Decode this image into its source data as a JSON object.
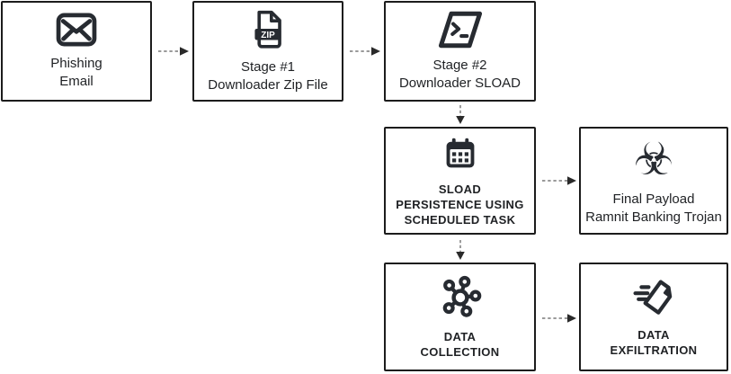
{
  "colors": {
    "background": "#ffffff",
    "box_border": "#1c1c1c",
    "text": "#1f2124",
    "icon": "#272b31",
    "arrow_line": "#8c8c8c",
    "arrow_head": "#2a2a2a"
  },
  "nodes": [
    {
      "name": "phishing-email",
      "icon": "envelope-icon",
      "lines": [
        "Phishing",
        "Email"
      ]
    },
    {
      "name": "stage1-downloader-zip",
      "icon": "zip-file-icon",
      "lines": [
        "Stage #1",
        "Downloader Zip File"
      ]
    },
    {
      "name": "stage2-downloader-sload",
      "icon": "terminal-icon",
      "lines": [
        "Stage #2",
        "Downloader SLOAD"
      ]
    },
    {
      "name": "sload-persistence",
      "icon": "calendar-icon",
      "lines": [
        "SLOAD",
        "PERSISTENCE USING",
        "SCHEDULED TASK"
      ]
    },
    {
      "name": "final-payload",
      "icon": "biohazard-icon",
      "lines": [
        "Final Payload",
        "Ramnit Banking Trojan"
      ]
    },
    {
      "name": "data-collection",
      "icon": "network-hub-icon",
      "lines": [
        "DATA",
        "COLLECTION"
      ]
    },
    {
      "name": "data-exfiltration",
      "icon": "document-exfil-icon",
      "lines": [
        "DATA",
        "EXFILTRATION"
      ]
    }
  ],
  "icon_labels": {
    "zip": "ZIP",
    "biohazard_glyph": "☣"
  }
}
